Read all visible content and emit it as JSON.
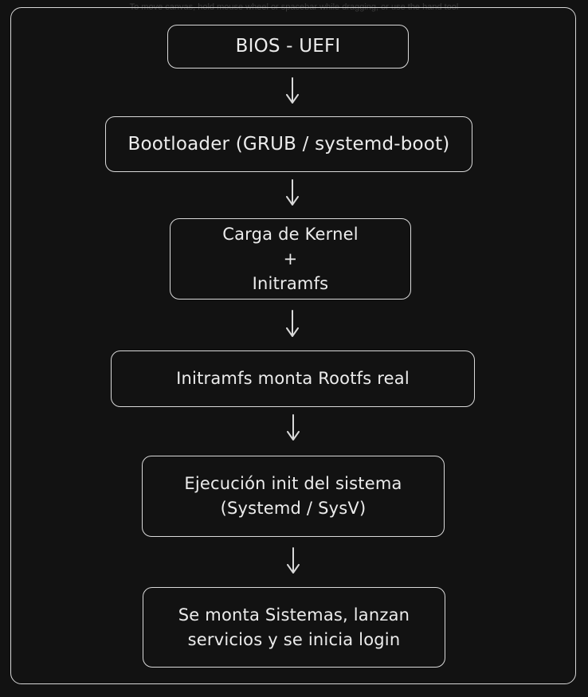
{
  "hint": "To move canvas, hold mouse wheel or spacebar while dragging, or use the hand tool",
  "colors": {
    "background": "#121212",
    "stroke": "#d9d9d9",
    "text": "#ececec"
  },
  "nodes": [
    {
      "id": "bios",
      "label": "BIOS - UEFI"
    },
    {
      "id": "bootloader",
      "label": "Bootloader (GRUB / systemd-boot)"
    },
    {
      "id": "kernel",
      "label": "Carga de Kernel\n+\nInitramfs"
    },
    {
      "id": "rootfs",
      "label": "Initramfs monta Rootfs real"
    },
    {
      "id": "init",
      "label": "Ejecución init del sistema\n(Systemd / SysV)"
    },
    {
      "id": "services",
      "label": "Se monta Sistemas, lanzan\nservicios y se inicia login"
    }
  ],
  "edges": [
    {
      "from": "bios",
      "to": "bootloader"
    },
    {
      "from": "bootloader",
      "to": "kernel"
    },
    {
      "from": "kernel",
      "to": "rootfs"
    },
    {
      "from": "rootfs",
      "to": "init"
    },
    {
      "from": "init",
      "to": "services"
    }
  ]
}
